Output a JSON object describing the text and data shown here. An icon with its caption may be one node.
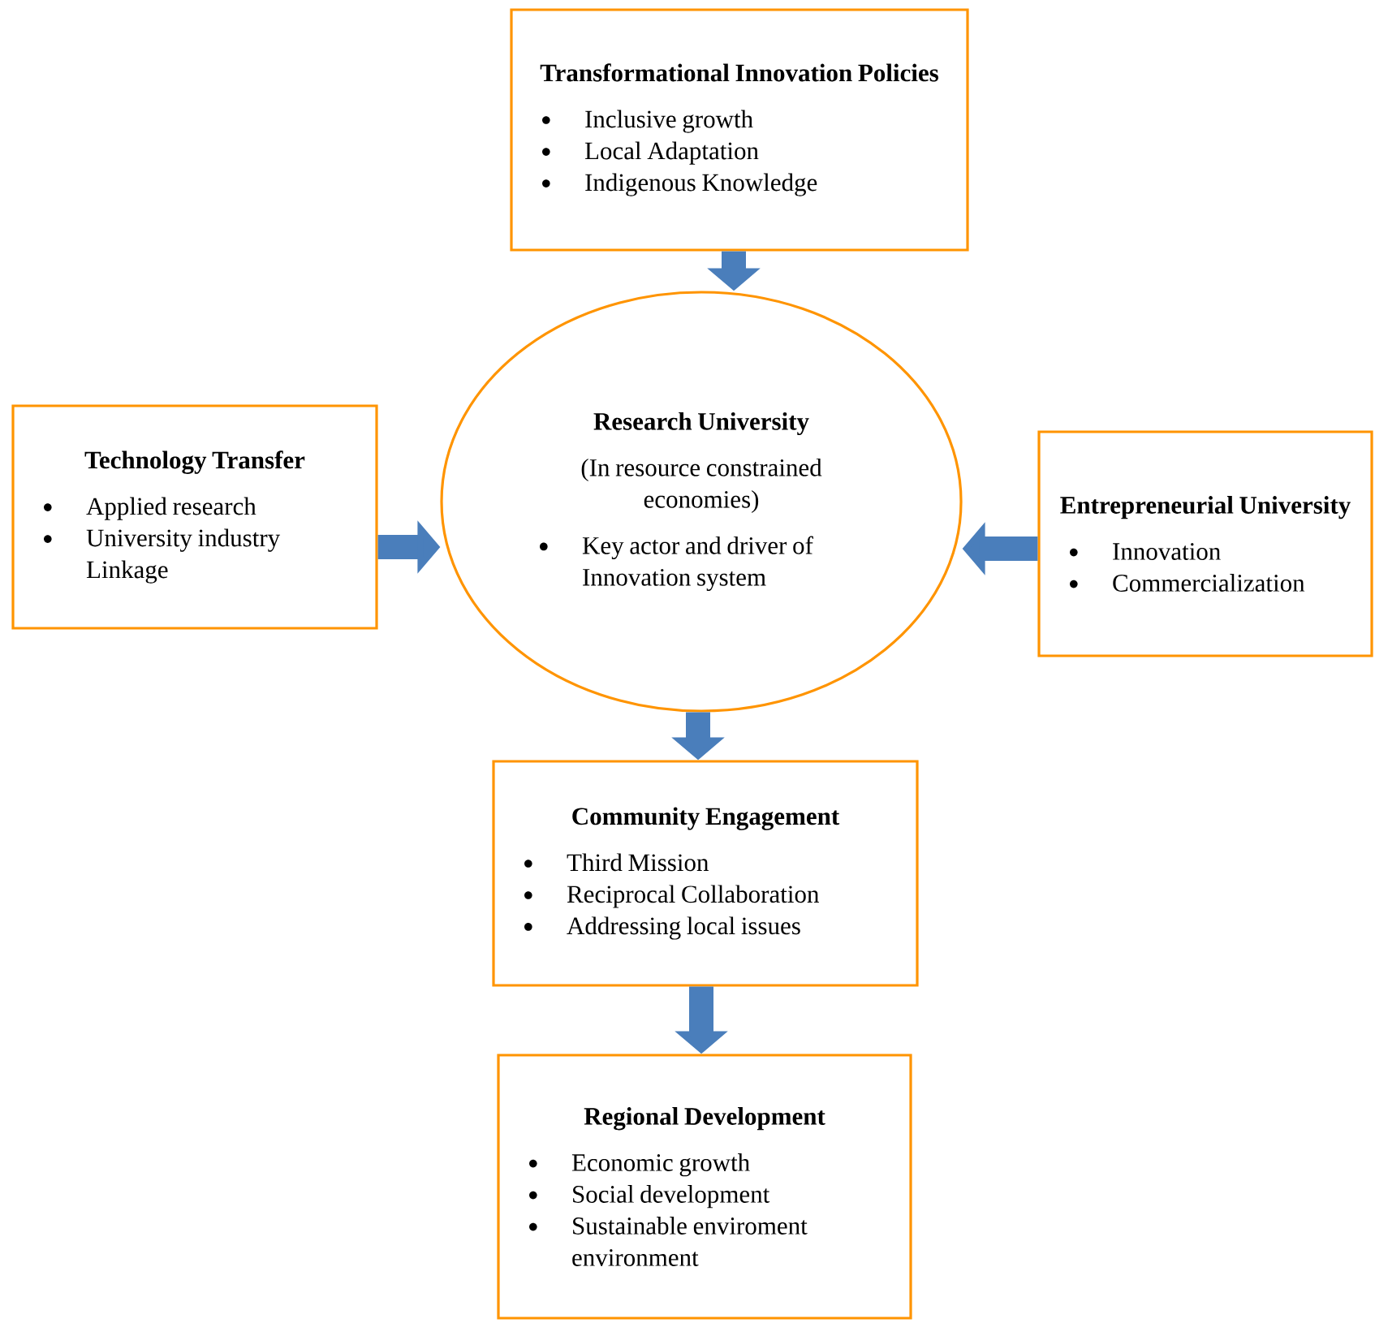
{
  "diagram": {
    "nodes": [
      {
        "text": [
          "Transformational Innovation Policies",
          "Inclusive growth",
          "Local Adaptation",
          "Indigenous Knowledge"
        ]
      },
      {
        "text": [
          "Research University",
          "(In resource constrained economies)",
          "Key actor and driver of Innovation system"
        ]
      },
      {
        "text": [
          "Technology Transfer",
          "Applied research",
          "University industry Linkage"
        ]
      },
      {
        "text": [
          "Entrepreneurial University",
          "Innovation",
          "Commercialization"
        ]
      },
      {
        "text": [
          "Community Engagement",
          "Third Mission",
          "Reciprocal Collaboration",
          "Addressing local issues"
        ]
      },
      {
        "text": [
          "Regional Development",
          "Economic growth",
          "Social development",
          "Sustainable enviroment environment"
        ]
      }
    ],
    "edges": [
      {
        "from": 0,
        "to": 1,
        "arrow": "to"
      },
      {
        "from": 2,
        "to": 1,
        "arrow": "to"
      },
      {
        "from": 3,
        "to": 1,
        "arrow": "to"
      },
      {
        "from": 1,
        "to": 4,
        "arrow": "to"
      },
      {
        "from": 4,
        "to": 5,
        "arrow": "to"
      }
    ]
  }
}
